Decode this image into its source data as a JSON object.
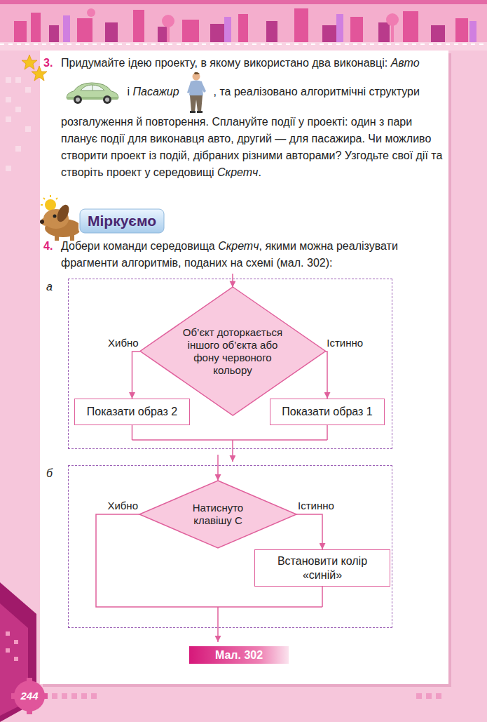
{
  "diagram": {
    "caption": "Мал. 302",
    "nodes": [
      {
        "text": [
          "а"
        ]
      },
      {
        "text": [
          "Об’єкт доторкається іншого об’єкта або фону червоного кольору"
        ],
        "in": 0
      },
      {
        "text": [
          "Показати образ 2"
        ],
        "in": 0
      },
      {
        "text": [
          "Показати образ 1"
        ],
        "in": 0
      },
      {
        "text": [
          "б"
        ]
      },
      {
        "text": [
          "Натиснуто клавішу С"
        ],
        "in": 4
      },
      {
        "text": [
          "Встановити колір «синій»"
        ],
        "in": 4
      }
    ],
    "edges": [
      {
        "from": 1,
        "to": 2,
        "arrow": "to",
        "label": "Хибно"
      },
      {
        "from": 1,
        "to": 3,
        "arrow": "to",
        "label": "Істинно"
      },
      {
        "from": 5,
        "to": 6,
        "arrow": "to",
        "label": "Істинно"
      }
    ],
    "labels": [
      "3.",
      "Придумайте ідею проекту, в якому використано два виконавці:",
      "Авто",
      "і",
      "Пасажир",
      ", та реалізовано алгоритмічні структури розгалуження й повторення. Сплануйте події у проекті: один з пари планує події для виконавця авто, другий — для пасажира. Чи можливо створити проект із подій, дібраних різними авторами? Узгодьте свої дії та створіть проект у середовищі",
      "Скретч",
      ".",
      "Міркуємо",
      "4.",
      "Добери команди середовища",
      "Скретч",
      ", якими можна реалізувати фрагменти алгоритмів, поданих на схемі (мал. 302):",
      "Хибно",
      "244"
    ]
  }
}
